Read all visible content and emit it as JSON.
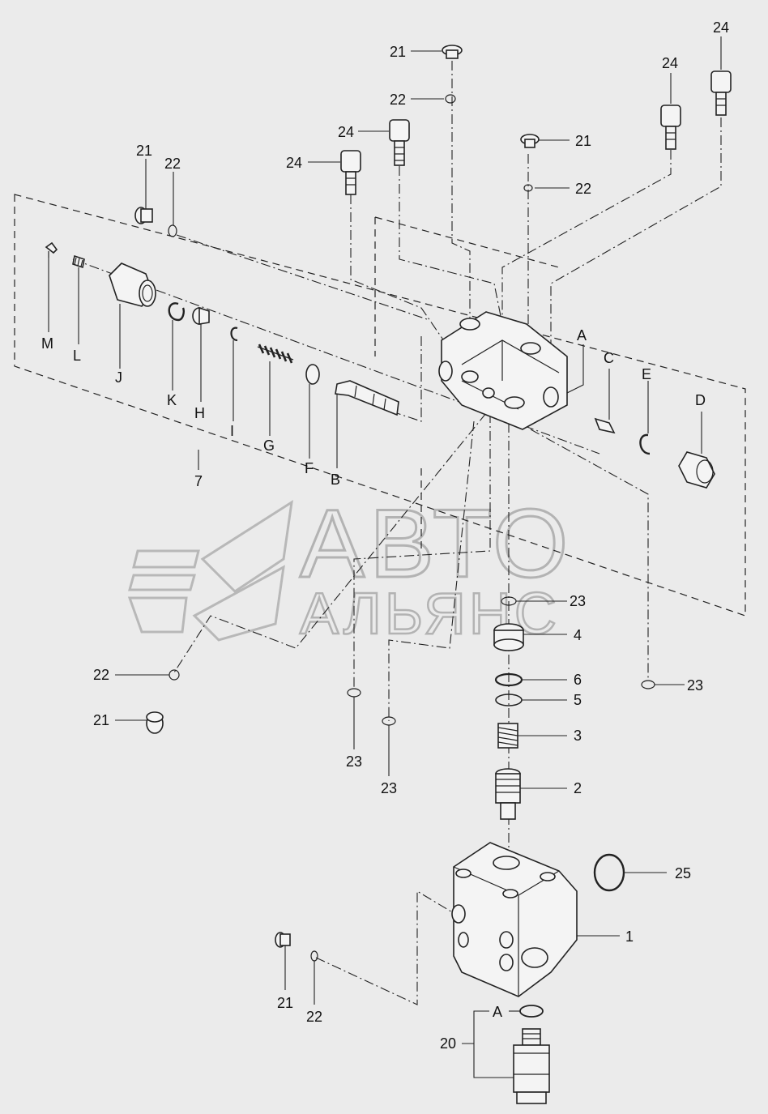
{
  "watermark": {
    "line1": "АВТО",
    "line2": "АЛЬЯНС"
  },
  "callouts": {
    "l21_top": "21",
    "l22_top": "22",
    "l24_a": "24",
    "l24_b": "24",
    "l24_c": "24",
    "l24_d": "24",
    "l21_mid": "21",
    "l22_mid": "22",
    "l21_left": "21",
    "l22_left": "22",
    "M": "M",
    "L": "L",
    "J": "J",
    "K": "K",
    "H": "H",
    "I": "I",
    "G": "G",
    "F": "F",
    "B": "B",
    "l7": "7",
    "A_top": "A",
    "C": "C",
    "E": "E",
    "D": "D",
    "l23_a": "23",
    "l4": "4",
    "l6": "6",
    "l5": "5",
    "l3": "3",
    "l2": "2",
    "l23_right": "23",
    "l22_low": "22",
    "l21_low": "21",
    "l23_b": "23",
    "l23_c": "23",
    "l25": "25",
    "l1": "1",
    "l21_bottom": "21",
    "l22_bottom": "22",
    "A_bottom": "A",
    "l20": "20"
  }
}
